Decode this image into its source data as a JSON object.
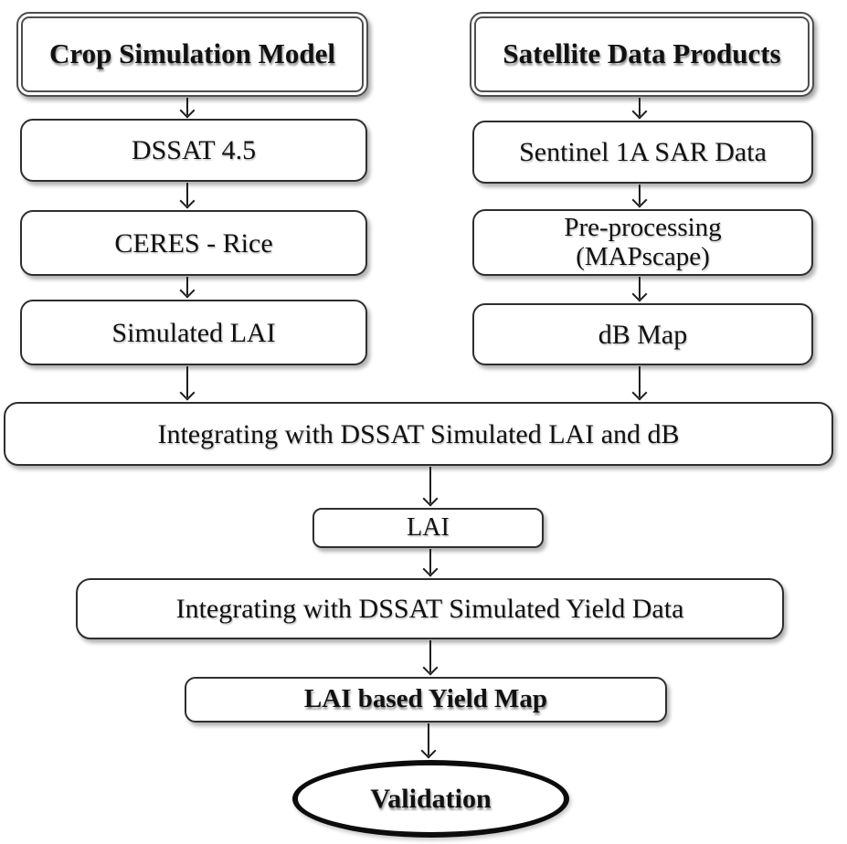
{
  "diagram": {
    "left_column": {
      "header": "Crop Simulation Model",
      "steps": [
        "DSSAT 4.5",
        "CERES - Rice",
        "Simulated LAI"
      ]
    },
    "right_column": {
      "header": "Satellite Data Products",
      "step1": "Sentinel 1A SAR Data",
      "step2_line1": "Pre-processing",
      "step2_line2": "(MAPscape)",
      "step3": "dB Map"
    },
    "merged_flow": {
      "integrate_lai_db": "Integrating with DSSAT Simulated LAI and dB",
      "lai": "LAI",
      "integrate_yield": "Integrating with DSSAT Simulated Yield Data",
      "yield_map": "LAI based Yield Map",
      "validation": "Validation"
    },
    "colors": {
      "background": "#ffffff",
      "box_border": "#2e2e2e",
      "header_border": "#4e4e4e",
      "ellipse_border": "#0c0c0c",
      "text": "#111111"
    }
  }
}
